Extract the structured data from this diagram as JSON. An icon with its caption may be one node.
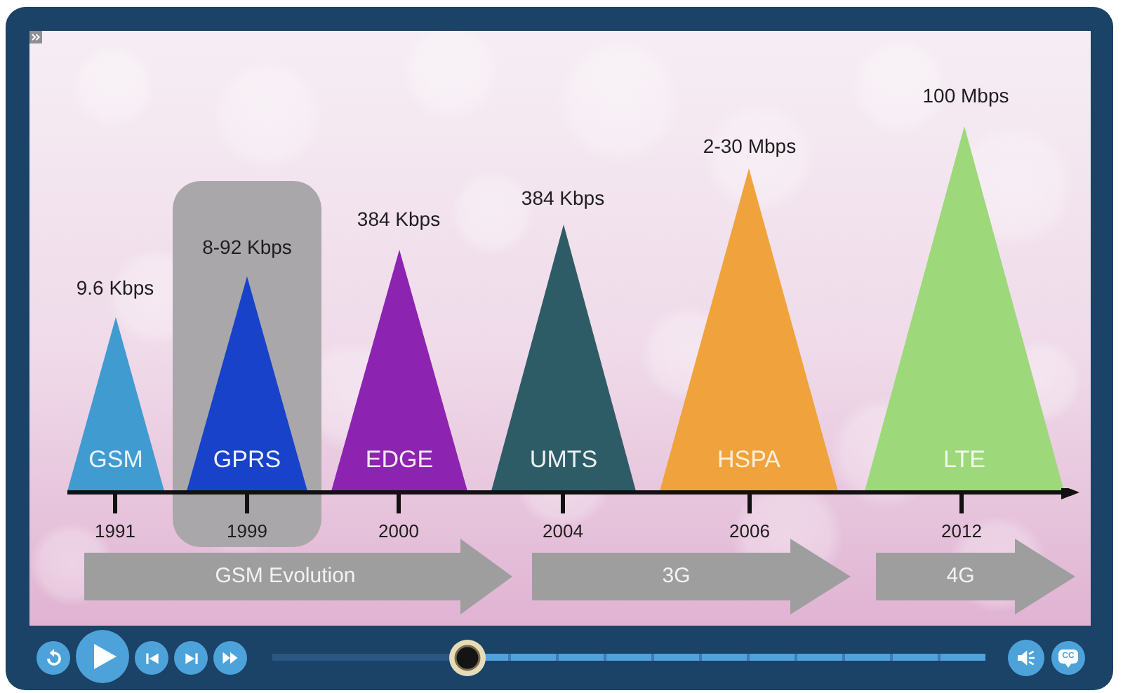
{
  "diagram": {
    "nodes": [
      {
        "text": [
          "GSM"
        ],
        "beside": [
          "9.6 Kbps"
        ]
      },
      {
        "text": [],
        "shape": "box"
      },
      {
        "text": [
          "GPRS"
        ],
        "in": 1,
        "beside": [
          "8-92 Kbps"
        ]
      },
      {
        "text": [
          "EDGE"
        ],
        "beside": [
          "384 Kbps"
        ]
      },
      {
        "text": [
          "UMTS"
        ],
        "beside": [
          "384 Kbps"
        ]
      },
      {
        "text": [
          "HSPA"
        ],
        "beside": [
          "2-30 Mbps"
        ]
      },
      {
        "text": [
          "LTE"
        ],
        "beside": [
          "100 Mbps"
        ]
      },
      {
        "text": [
          "GSM Evolution"
        ]
      },
      {
        "text": [
          "3G"
        ]
      },
      {
        "text": [
          "4G"
        ]
      }
    ],
    "labels": [
      "1991",
      "1999",
      "2000",
      "2004",
      "2006",
      "2012",
      "CC"
    ]
  }
}
